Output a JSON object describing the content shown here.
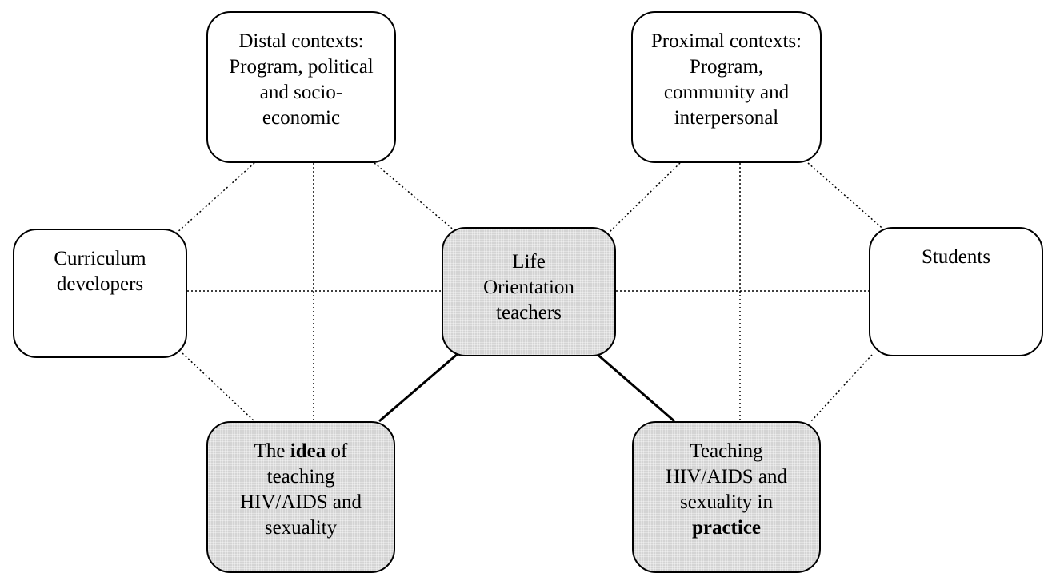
{
  "nodes": {
    "distal": {
      "lines": [
        "Distal contexts:",
        "Program, political",
        "and socio-",
        "economic"
      ]
    },
    "proximal": {
      "lines": [
        "Proximal contexts:",
        "Program,",
        "community and",
        "interpersonal"
      ]
    },
    "curriculum": {
      "lines": [
        "Curriculum",
        "developers"
      ]
    },
    "lo": {
      "lines": [
        "Life",
        "Orientation",
        "teachers"
      ]
    },
    "students": {
      "lines": [
        "Students"
      ]
    },
    "idea": {
      "line1_pre": "The ",
      "line1_bold": "idea",
      "line1_post": " of",
      "line2": "teaching",
      "line3": "HIV/AIDS and",
      "line4": "sexuality"
    },
    "practice": {
      "line1": "Teaching",
      "line2": "HIV/AIDS and",
      "line3": "sexuality in",
      "line4_bold": "practice"
    }
  },
  "colors": {
    "border": "#000000",
    "shaded_fill": "#d4d4d4",
    "plain_fill": "#ffffff",
    "dotted_line": "#000000",
    "solid_line": "#000000"
  }
}
